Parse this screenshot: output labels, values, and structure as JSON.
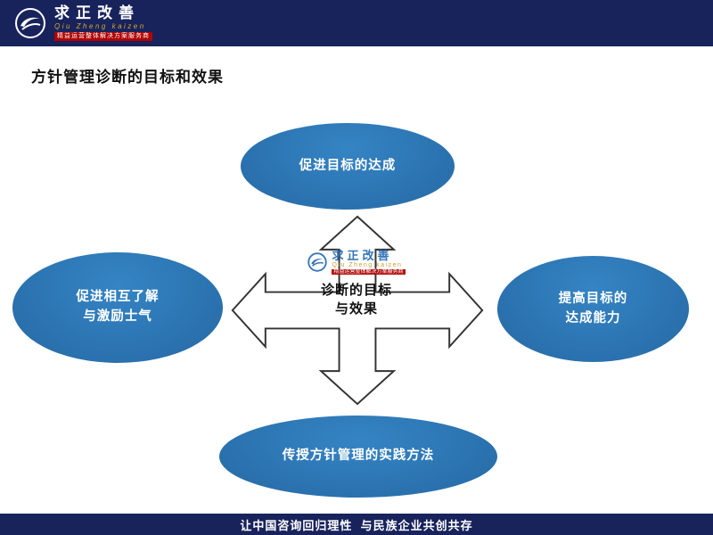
{
  "header": {
    "logo": {
      "brand": "求正改善",
      "brand_sub": "Qiu Zheng kaizen",
      "tagline": "精益运营整体解决方案服务商"
    }
  },
  "slide": {
    "title": "方针管理诊断的目标和效果"
  },
  "diagram": {
    "center": {
      "line1": "诊断的目标",
      "line2": "与效果",
      "watermark": {
        "brand": "求正改善",
        "brand_sub": "Qiu Zheng kaizen",
        "tagline": "精益运营整体解决方案服务商"
      }
    },
    "nodes": {
      "top": {
        "label": "促进目标的达成"
      },
      "left": {
        "line1": "促进相互了解",
        "line2": "与激励士气"
      },
      "right": {
        "line1": "提高目标的",
        "line2": "达成能力"
      },
      "bottom": {
        "label": "传授方针管理的实践方法"
      }
    }
  },
  "footer": {
    "text": "让中国咨询回归理性  与民族企业共创共存"
  },
  "colors": {
    "navy": "#18235c",
    "ellipse_blue": "#2a71ae",
    "gold": "#d9a62a",
    "red": "#b00000",
    "arrow_outline": "#333333"
  }
}
